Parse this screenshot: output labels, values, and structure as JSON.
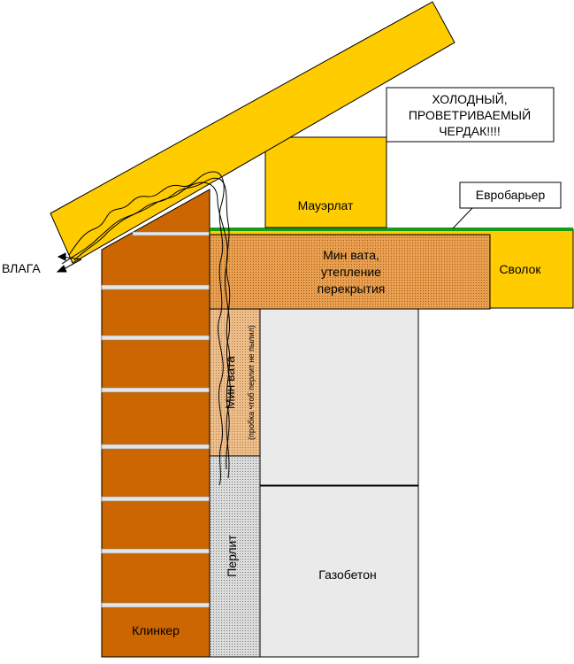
{
  "labels": {
    "cold_attic_1": "ХОЛОДНЫЙ,",
    "cold_attic_2": "ПРОВЕТРИВАЕМЫЙ",
    "cold_attic_3": "ЧЕРДАК!!!!",
    "mauerlat": "Мауэрлат",
    "eurobarrier": "Евробарьер",
    "moisture": "ВЛАГА",
    "mineral_wool_1": "Мин вата,",
    "mineral_wool_2": "утепление",
    "mineral_wool_3": "перекрытия",
    "joist": "Сволок",
    "mineral_wool_vertical": "Мин вата",
    "plug_note": "(пробка чтоб перлит не пылил)",
    "perlite": "Перлит",
    "aerated_concrete": "Газобетон",
    "clinker": "Клинкер"
  },
  "colors": {
    "timber": "#FFCC00",
    "brick": "#CC6600",
    "mortar": "#E6E6E6",
    "wool_dark": "#D98B2E",
    "wool_light": "#E8B27A",
    "perlite": "#CFCFCF",
    "aerated_concrete": "#EAEAEA",
    "membrane": "#159B15",
    "outline": "#000000"
  }
}
